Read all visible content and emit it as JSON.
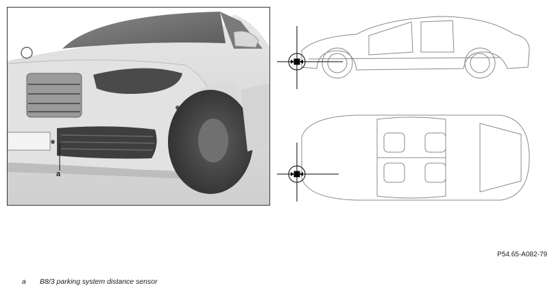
{
  "figure": {
    "callout_label": "a",
    "reference_code": "P54.65-A082-79",
    "legend": [
      {
        "key": "a",
        "text": "B8/3 parking system distance sensor"
      }
    ]
  }
}
